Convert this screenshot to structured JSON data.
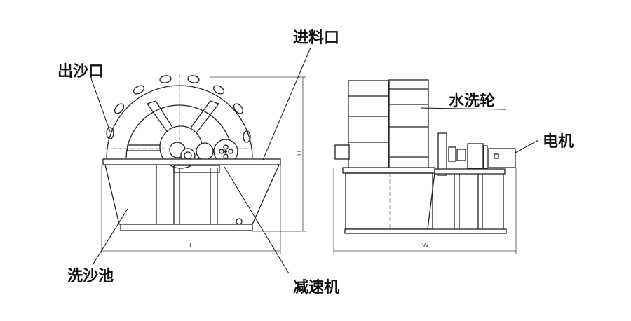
{
  "labels": {
    "sand_outlet": "出沙口",
    "feed_inlet": "进料口",
    "washing_wheel": "水洗轮",
    "motor": "电机",
    "washing_tank": "洗沙池",
    "reducer": "减速机"
  },
  "dimensions": {
    "height": "H",
    "length": "L",
    "width": "W"
  }
}
